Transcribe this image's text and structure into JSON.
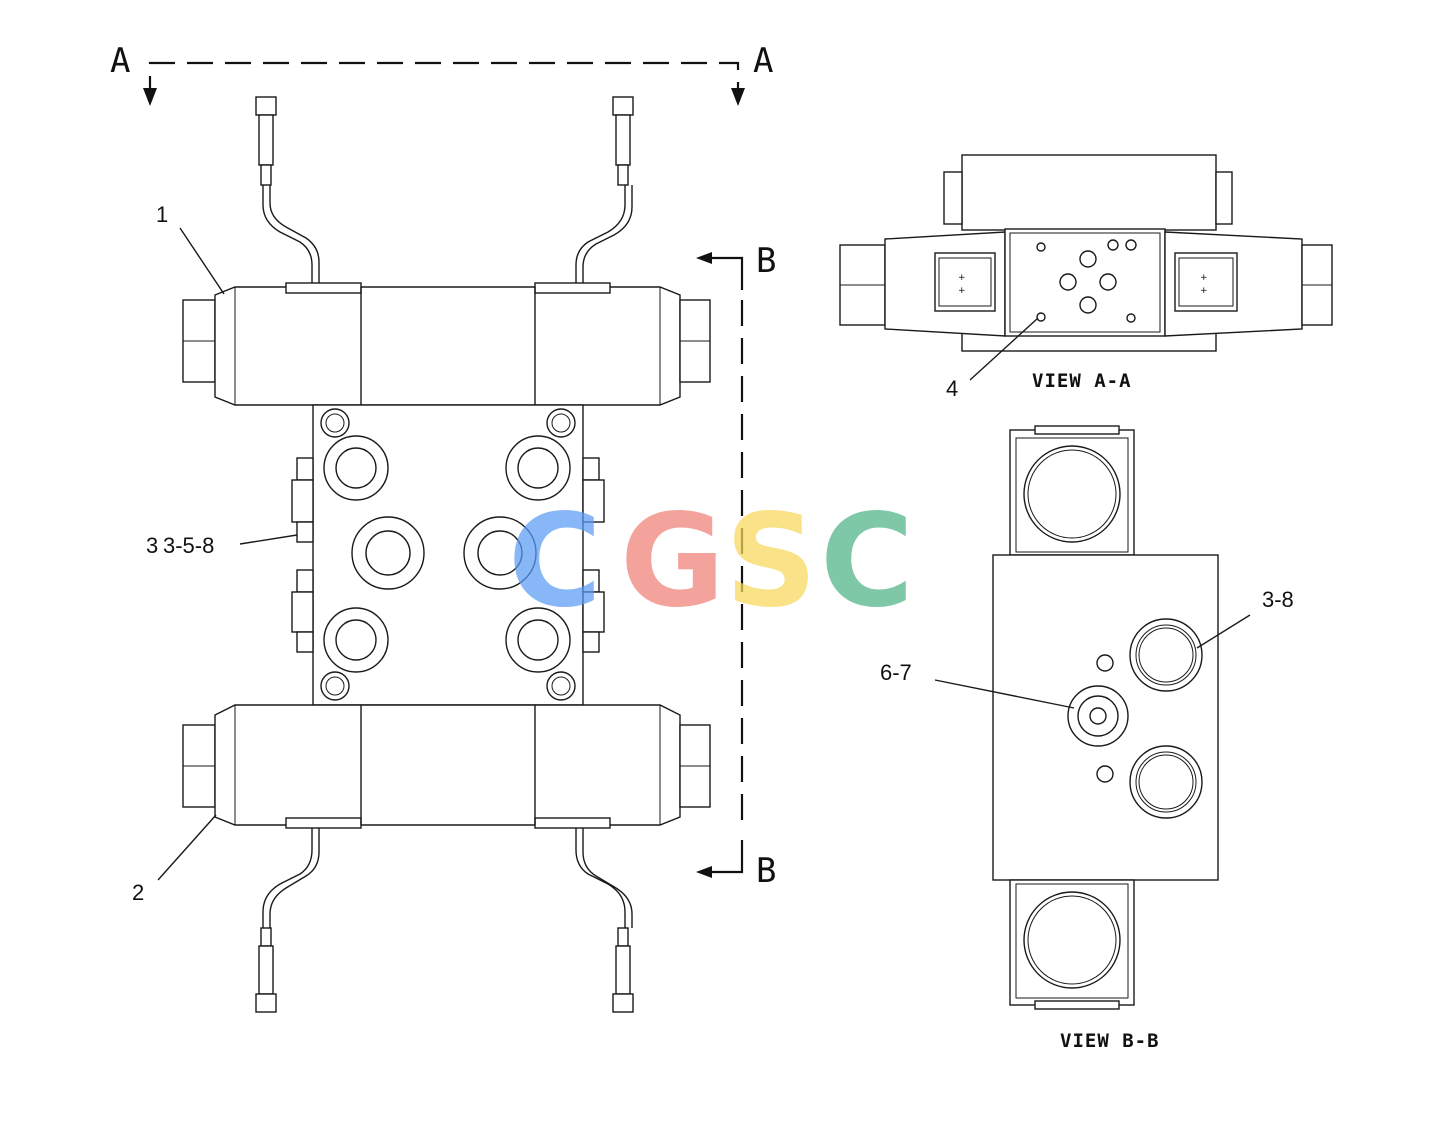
{
  "section_markers": {
    "a_left": "A",
    "a_right": "A",
    "b_top": "B",
    "b_bottom": "B"
  },
  "callouts": {
    "c1": "1",
    "c2": "2",
    "c3": "3-5-8",
    "c4": "4",
    "c5": "3-8",
    "c6": "6-7"
  },
  "view_labels": {
    "view_a": "VIEW  A-A",
    "view_b": "VIEW  B-B"
  },
  "watermark": {
    "letters": [
      "C",
      "G",
      "S",
      "C"
    ],
    "colors": [
      "#5b9cf5",
      "#ef7f77",
      "#f8d85a",
      "#4fb486"
    ]
  }
}
